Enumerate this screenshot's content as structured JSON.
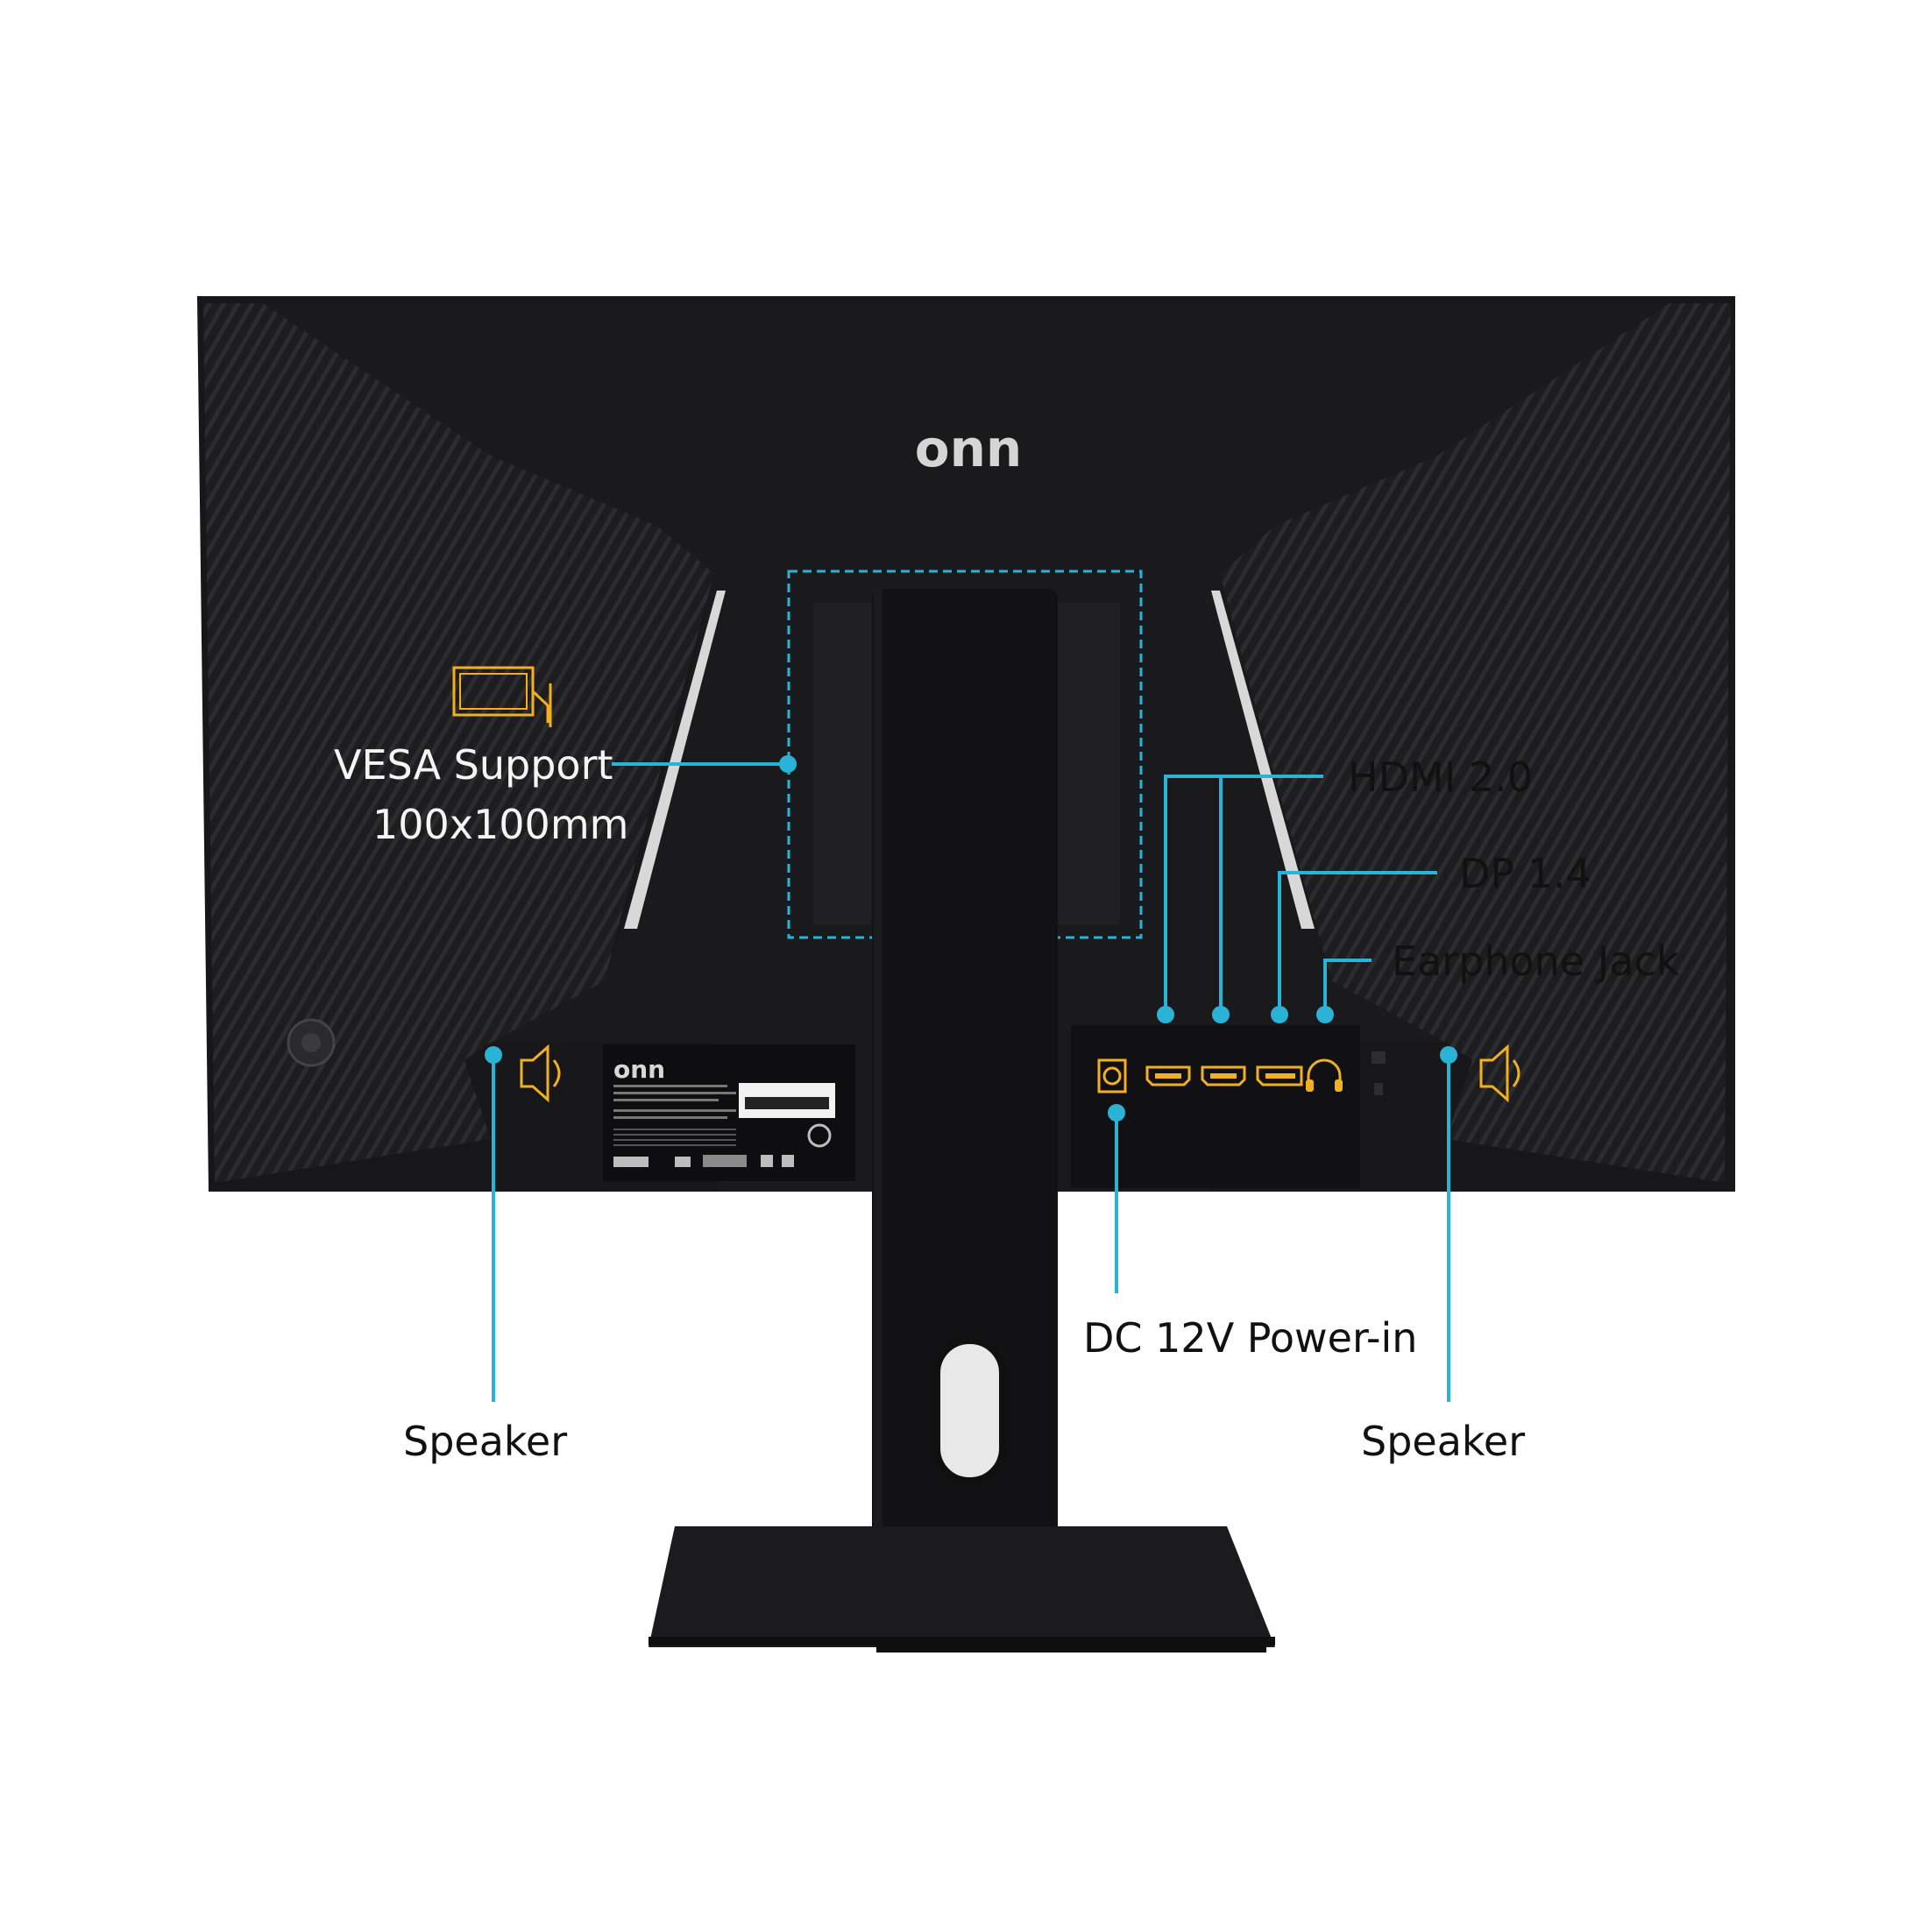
{
  "brand": {
    "logo": "onn",
    "label_logo": "onn"
  },
  "colors": {
    "accent": "#2ab3d6",
    "icon": "#f2b01e",
    "bezel": "#1b1b1d",
    "text": "#111111"
  },
  "callouts": {
    "vesa_line1": "VESA Support",
    "vesa_line2": "100x100mm",
    "hdmi": "HDMI 2.0",
    "dp": "DP 1.4",
    "earphone": "Earphone Jack",
    "dc": "DC 12V Power-in",
    "speaker_left": "Speaker",
    "speaker_right": "Speaker"
  },
  "icons": {
    "vesa": "vesa-mount-icon",
    "speaker": "speaker-icon",
    "hdmi": "hdmi-port-icon",
    "dp": "displayport-icon",
    "headphone": "headphone-icon",
    "power": "dc-power-icon"
  }
}
